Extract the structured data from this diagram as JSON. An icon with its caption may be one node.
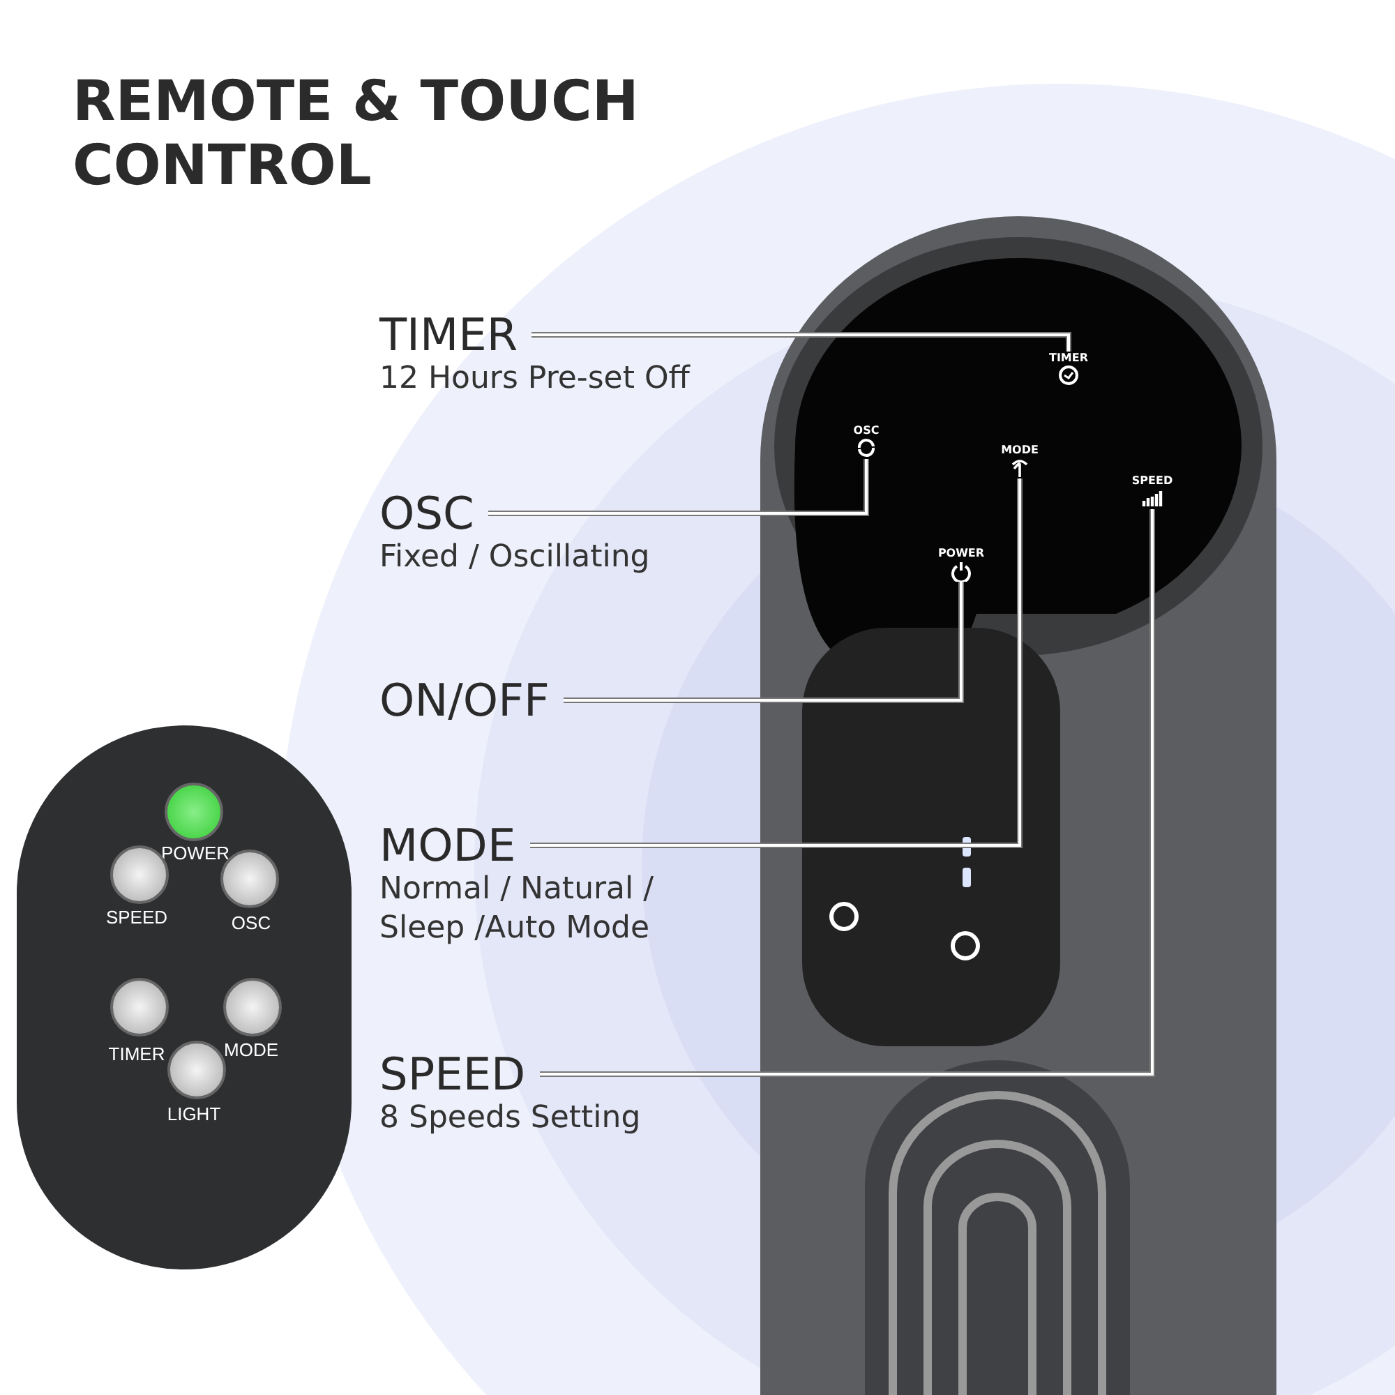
{
  "diagram": {
    "title": "REMOTE & TOUCH CONTROL",
    "nodes": [
      {
        "text": [
          "TIMER",
          "12 Hours Pre-set Off"
        ]
      },
      {
        "text": [
          "OSC",
          "Fixed / Oscillating"
        ]
      },
      {
        "text": [
          "ON/OFF"
        ]
      },
      {
        "text": [
          "MODE",
          "Normal / Natural / Sleep /Auto Mode"
        ]
      },
      {
        "text": [
          "SPEED",
          "8 Speeds Setting"
        ]
      },
      {
        "text": [
          "TIMER"
        ]
      },
      {
        "text": [
          "OSC"
        ]
      },
      {
        "text": [
          "MODE"
        ]
      },
      {
        "text": [
          "SPEED"
        ]
      },
      {
        "text": [
          "POWER"
        ]
      }
    ],
    "edges": [
      {
        "from": 0,
        "to": 5,
        "arrow": "none"
      },
      {
        "from": 1,
        "to": 6,
        "arrow": "none"
      },
      {
        "from": 2,
        "to": 9,
        "arrow": "none"
      },
      {
        "from": 3,
        "to": 7,
        "arrow": "none"
      },
      {
        "from": 4,
        "to": 8,
        "arrow": "none"
      }
    ],
    "labels": [
      "POWER",
      "SPEED",
      "OSC",
      "TIMER",
      "MODE",
      "LIGHT"
    ]
  }
}
